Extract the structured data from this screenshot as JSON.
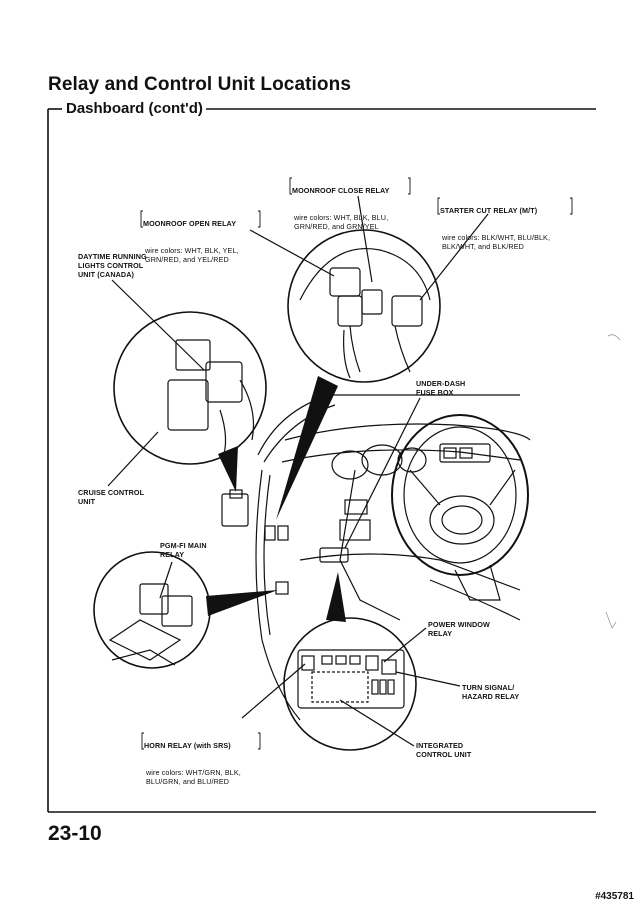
{
  "page": {
    "title": "Relay and Control Unit Locations",
    "subtitle": "Dashboard (cont'd)",
    "page_number": "23-10",
    "catalog_number": "#435781"
  },
  "callouts": {
    "moonroof_close": {
      "name": "MOONROOF CLOSE RELAY",
      "wires": "wire colors: WHT, BLK, BLU,\nGRN/RED, and GRN/YEL"
    },
    "starter_cut": {
      "name": "STARTER CUT RELAY (M/T)",
      "wires": "wire colors: BLK/WHT, BLU/BLK,\nBLK/WHT, and BLK/RED"
    },
    "moonroof_open": {
      "name": "MOONROOF OPEN RELAY",
      "wires": "wire colors: WHT, BLK, YEL,\nGRN/RED, and YEL/RED"
    },
    "drl": {
      "name": "DAYTIME RUNNING\nLIGHTS CONTROL\nUNIT (CANADA)"
    },
    "under_dash": {
      "name": "UNDER-DASH\nFUSE BOX"
    },
    "cruise": {
      "name": "CRUISE CONTROL\nUNIT"
    },
    "pgmfi": {
      "name": "PGM-FI MAIN\nRELAY"
    },
    "power_window": {
      "name": "POWER WINDOW\nRELAY"
    },
    "turn_signal": {
      "name": "TURN SIGNAL/\nHAZARD RELAY"
    },
    "horn": {
      "name": "HORN RELAY (with SRS)",
      "wires": "wire colors: WHT/GRN, BLK,\nBLU/GRN, and BLU/RED"
    },
    "icu": {
      "name": "INTEGRATED\nCONTROL UNIT"
    }
  }
}
